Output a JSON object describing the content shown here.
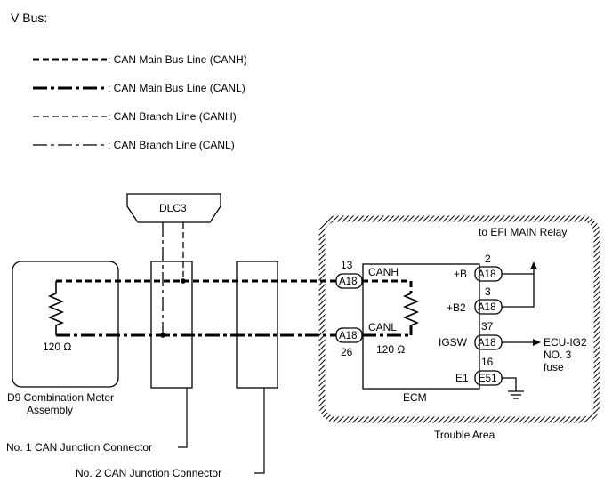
{
  "title": "V Bus:",
  "legend": [
    {
      "label": ": CAN Main Bus Line (CANH)",
      "style": "main-canh"
    },
    {
      "label": ": CAN Main Bus Line (CANL)",
      "style": "main-canl"
    },
    {
      "label": ": CAN Branch Line (CANH)",
      "style": "branch-canh"
    },
    {
      "label": ": CAN Branch Line (CANL)",
      "style": "branch-canl"
    }
  ],
  "dlc3": "DLC3",
  "meter": {
    "resistance": "120 Ω",
    "label_line1": "D9 Combination Meter",
    "label_line2": "Assembly"
  },
  "junction1": "No. 1 CAN Junction Connector",
  "junction2": "No. 2 CAN Junction Connector",
  "trouble_area": "Trouble Area",
  "ecm": {
    "name": "ECM",
    "canh": "CANH",
    "canl": "CANL",
    "resistance": "120 Ω",
    "pin_canh": "13",
    "pin_canl": "26",
    "conn_a18": "A18",
    "conn_e51": "E51",
    "plus_b": "+B",
    "plus_b2": "+B2",
    "igsw": "IGSW",
    "e1": "E1",
    "pin_plus_b": "2",
    "pin_plus_b2": "3",
    "pin_igsw": "37",
    "pin_e1": "16",
    "efi": "to EFI MAIN Relay",
    "ig2_line1": "ECU-IG2",
    "ig2_line2": "NO. 3",
    "ig2_line3": "fuse"
  }
}
